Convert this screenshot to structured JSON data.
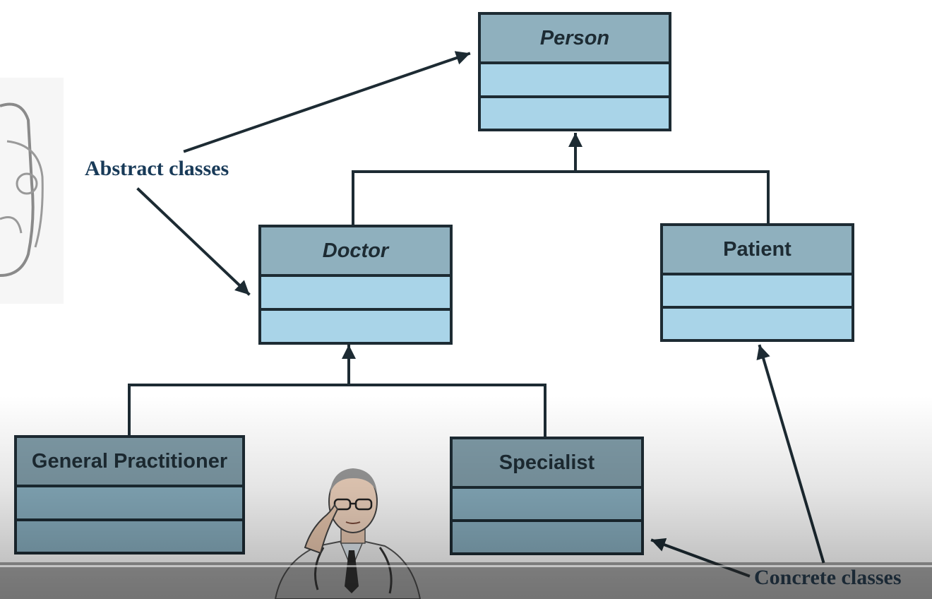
{
  "diagram": {
    "classes": [
      {
        "id": "person",
        "name": "Person",
        "abstract": true
      },
      {
        "id": "doctor",
        "name": "Doctor",
        "abstract": true
      },
      {
        "id": "patient",
        "name": "Patient",
        "abstract": false
      },
      {
        "id": "general_practitioner",
        "name": "General Practitioner",
        "abstract": false
      },
      {
        "id": "specialist",
        "name": "Specialist",
        "abstract": false
      }
    ],
    "inheritance": [
      {
        "child": "Doctor",
        "parent": "Person"
      },
      {
        "child": "Patient",
        "parent": "Person"
      },
      {
        "child": "General Practitioner",
        "parent": "Doctor"
      },
      {
        "child": "Specialist",
        "parent": "Doctor"
      }
    ],
    "annotations": {
      "abstract": "Abstract classes",
      "concrete": "Concrete classes"
    }
  },
  "colors": {
    "header": "#8fb0be",
    "compartment": "#a9d4e8",
    "border": "#1d2b33",
    "annotation_text": "#183a58"
  },
  "icons": [
    "doctor-illustration",
    "scribble-sketch"
  ]
}
